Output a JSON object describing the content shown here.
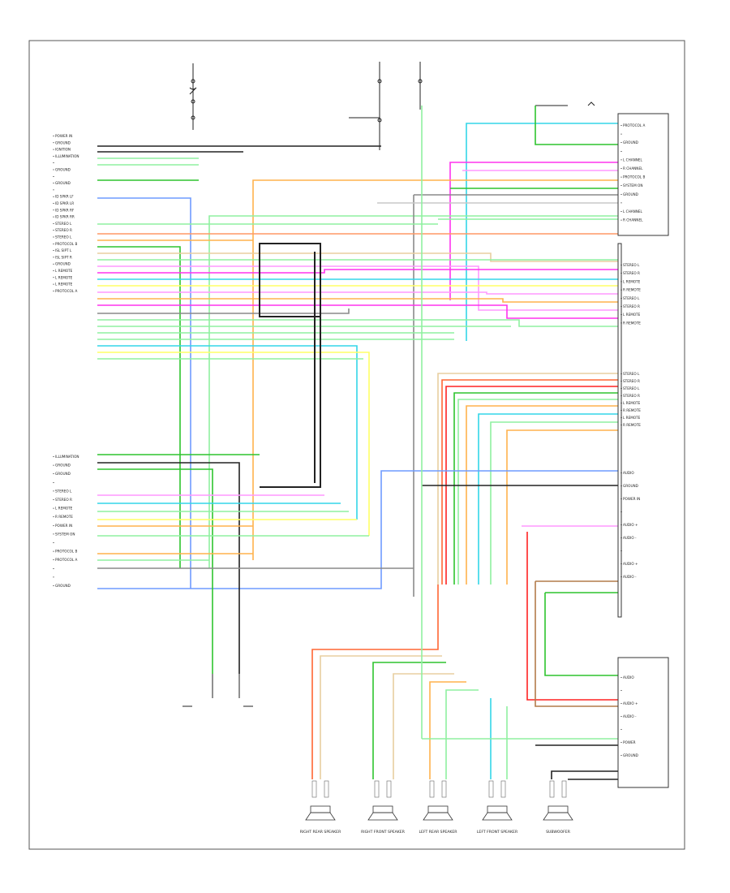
{
  "colors": {
    "frame": "#555555",
    "black": "#222222",
    "grey": "#8a8a8a",
    "cyan": "#33d6e8",
    "lt_green": "#8ff0a0",
    "green": "#2ec42e",
    "magenta": "#ff33ee",
    "pink": "#ff99ff",
    "orange": "#ffb24d",
    "orange_red": "#ff6633",
    "red": "#ff2222",
    "yellow": "#ffff66",
    "lt_yellow": "#ffff99",
    "tan": "#e8cfa0",
    "lt_blue": "#6f9bff",
    "blue": "#5555ff",
    "violet": "#c9a0ff",
    "brown": "#b27b4a",
    "lt_grey": "#c8c8c8"
  },
  "left_connector": {
    "pin_labels": [
      "POWER IN",
      "GROUND",
      "IGNITION",
      "ILLUMINATION",
      "",
      "GROUND",
      "",
      "GROUND",
      "",
      "ID SPKR LF",
      "ID SPKR LR",
      "ID SPKR RF",
      "ID SPKR RR",
      "STEREO L",
      "STEREO R",
      "STEREO L",
      "PROTOCOL B",
      "ISL SIPT L",
      "ISL SIPT R",
      "GROUND",
      "L REMOTE",
      "L REMOTE",
      "L REMOTE",
      "PROTOCOL A"
    ]
  },
  "lower_left_connector": {
    "pin_labels": [
      "ILLUMINATION",
      "GROUND",
      "GROUND",
      "",
      "STEREO L",
      "STEREO R",
      "L REMOTE",
      "R REMOTE",
      "POWER IN",
      "SYSTEM ON",
      "",
      "PROTOCOL B",
      "PROTOCOL A",
      "",
      "",
      "GROUND"
    ]
  },
  "right_connector_top": {
    "pin_labels": [
      "PROTOCOL A",
      "",
      "GROUND",
      "",
      "L CHANNEL",
      "R CHANNEL",
      "PROTOCOL B",
      "SYSTEM ON",
      "GROUND",
      "",
      "L CHANNEL",
      "R CHANNEL"
    ]
  },
  "right_connector_mid": {
    "pin_labels": [
      "STEREO L",
      "STEREO R",
      "L REMOTE",
      "R REMOTE",
      "STEREO L",
      "STEREO R",
      "L REMOTE",
      "R REMOTE"
    ]
  },
  "right_connector_low": {
    "pin_labels": [
      "STEREO L",
      "STEREO R",
      "STEREO L",
      "STEREO R",
      "L REMOTE",
      "R REMOTE",
      "L REMOTE",
      "R REMOTE"
    ]
  },
  "right_connector_audio": {
    "pin_labels": [
      "AUDIO",
      "GROUND",
      "POWER IN",
      "",
      "AUDIO +",
      "AUDIO -",
      "",
      "AUDIO +",
      "AUDIO -"
    ]
  },
  "subwoofer_connector": {
    "pin_labels": [
      "AUDIO",
      "",
      "AUDIO +",
      "AUDIO -",
      "",
      "POWER",
      "GROUND"
    ]
  },
  "speakers": [
    {
      "name": "RIGHT REAR SPEAKER"
    },
    {
      "name": "RIGHT FRONT SPEAKER"
    },
    {
      "name": "LEFT REAR SPEAKER"
    },
    {
      "name": "LEFT FRONT SPEAKER"
    },
    {
      "name": "SUBWOOFER"
    }
  ]
}
